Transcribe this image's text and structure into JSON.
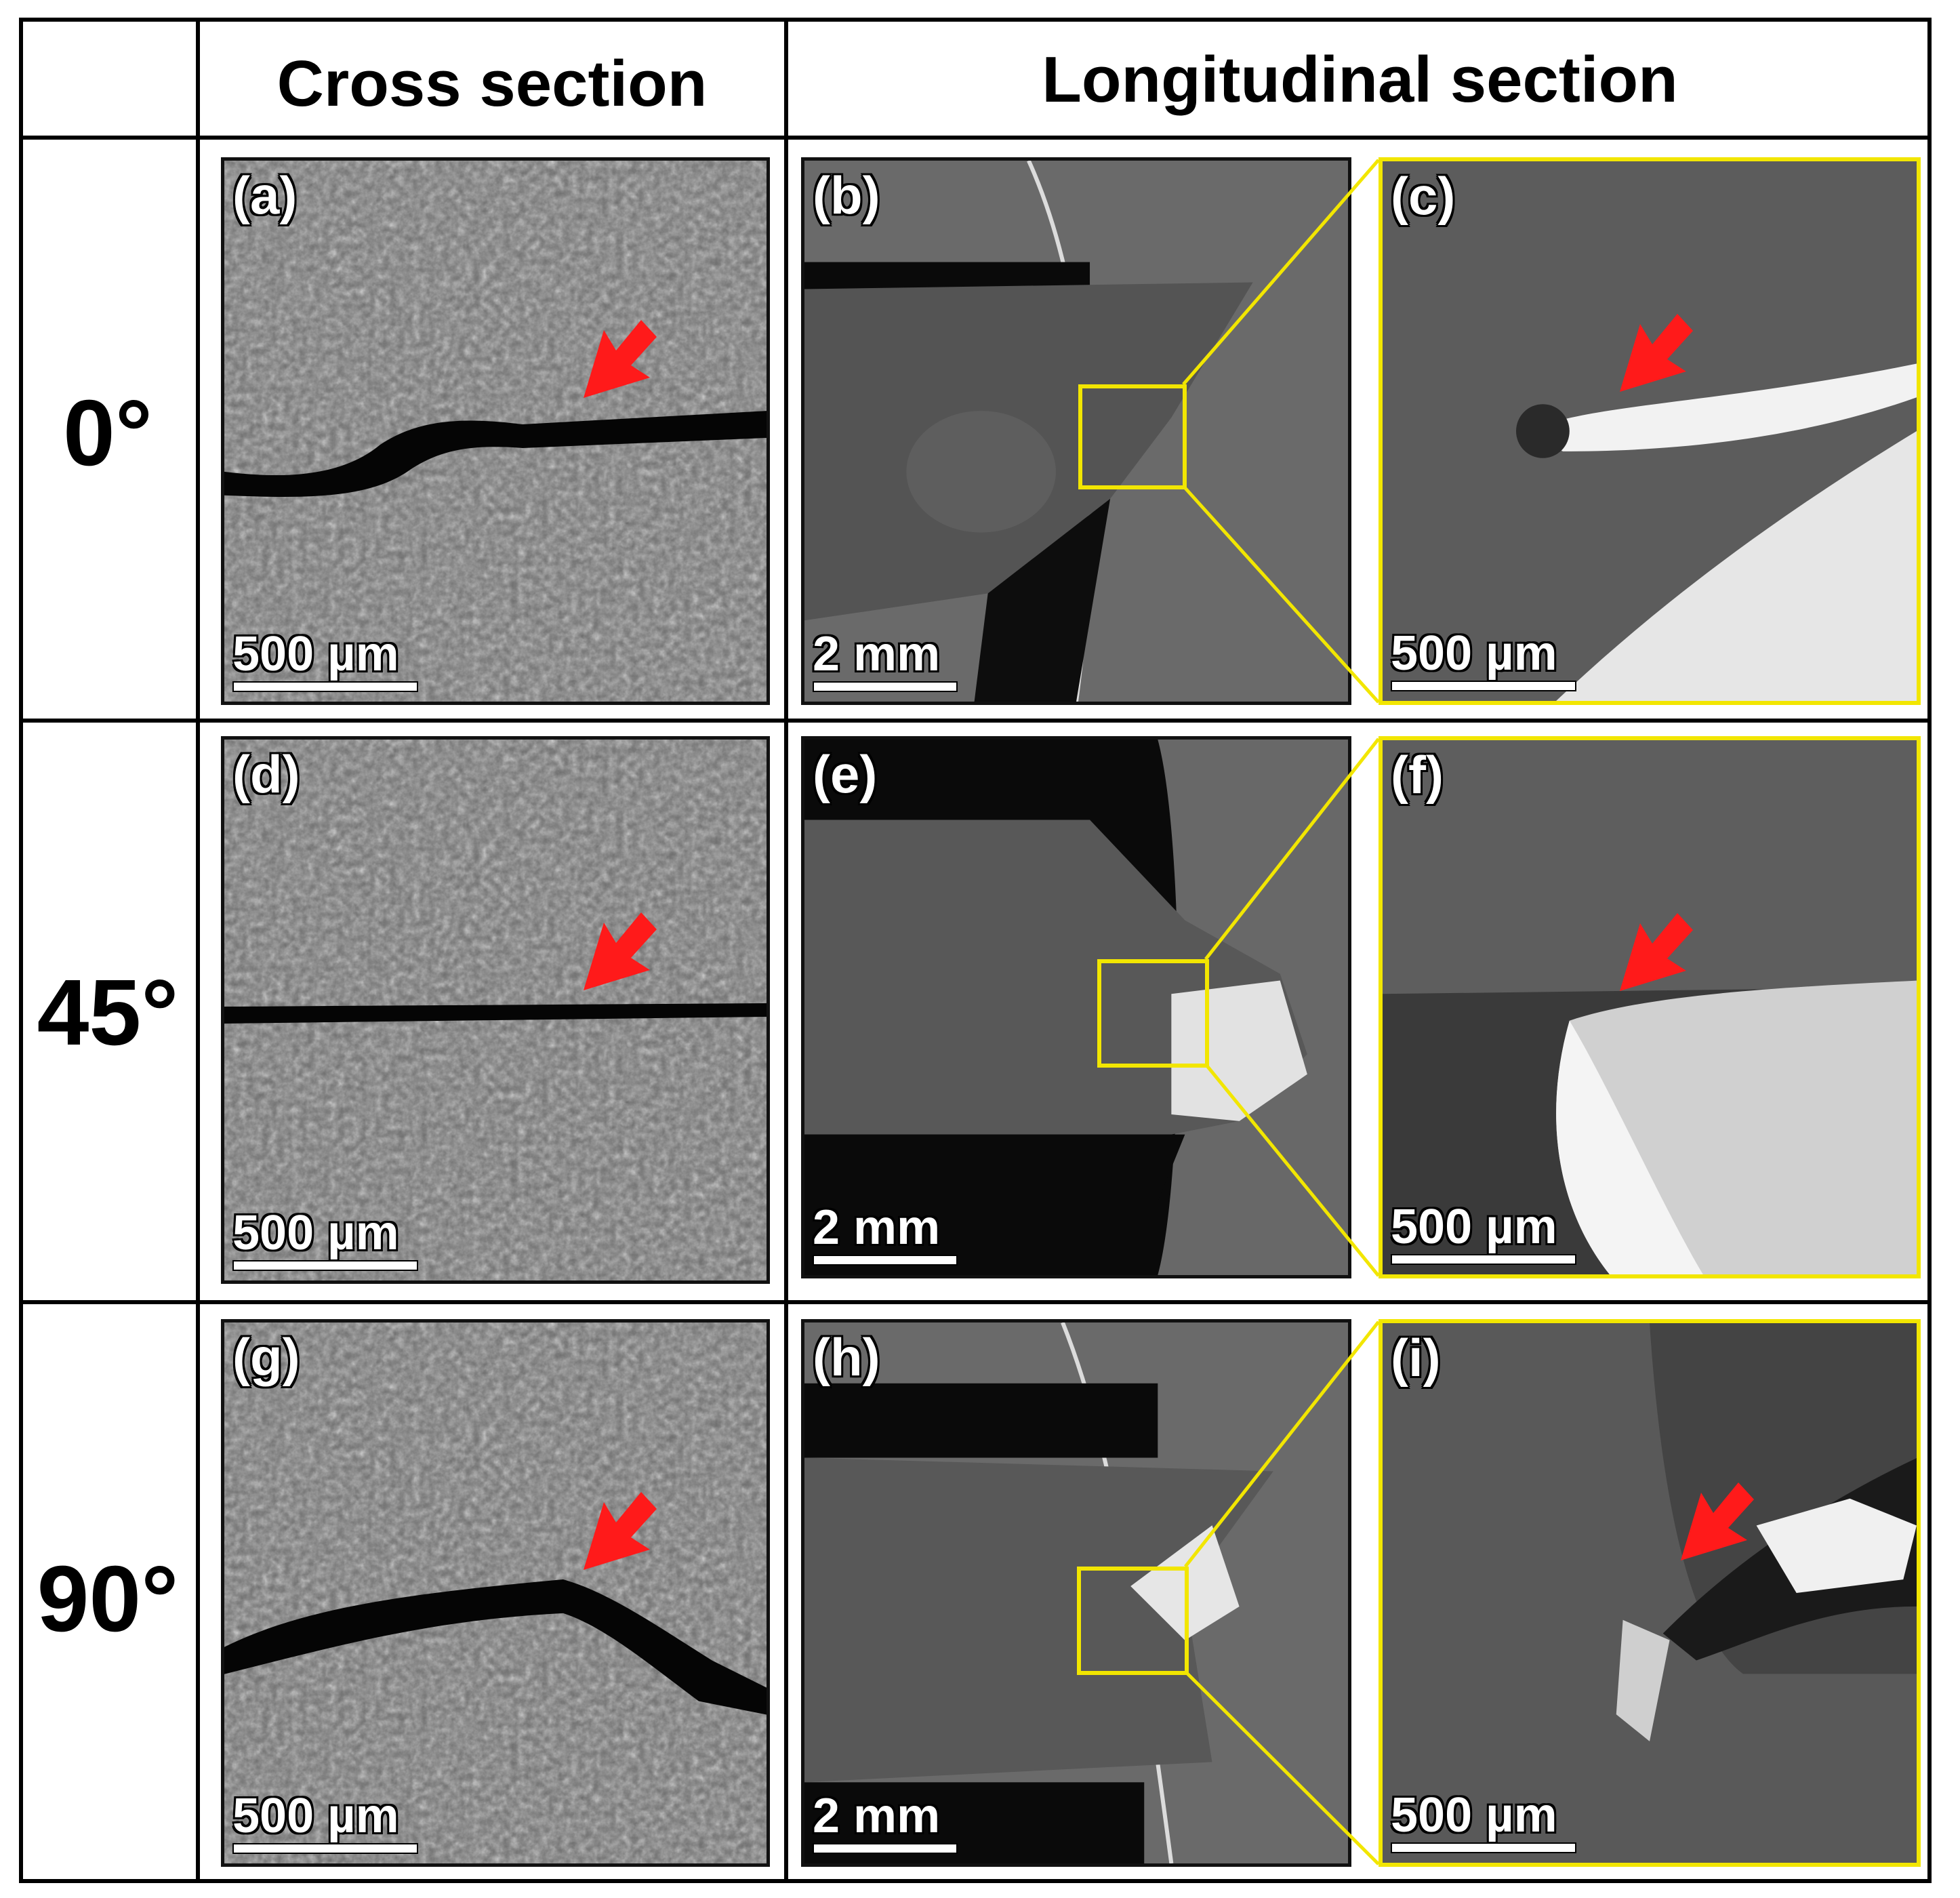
{
  "headers": {
    "cross_section": "Cross section",
    "longitudinal_section": "Longitudinal section"
  },
  "rows": [
    {
      "angle": "0°",
      "panels": [
        "(a)",
        "(b)",
        "(c)"
      ]
    },
    {
      "angle": "45°",
      "panels": [
        "(d)",
        "(e)",
        "(f)"
      ]
    },
    {
      "angle": "90°",
      "panels": [
        "(g)",
        "(h)",
        "(i)"
      ]
    }
  ],
  "scale_bars": {
    "micro": "500 µm",
    "macro": "2 mm"
  },
  "colors": {
    "highlight_box": "#f2e600",
    "arrow": "#ff1a1a",
    "border": "#000000"
  }
}
